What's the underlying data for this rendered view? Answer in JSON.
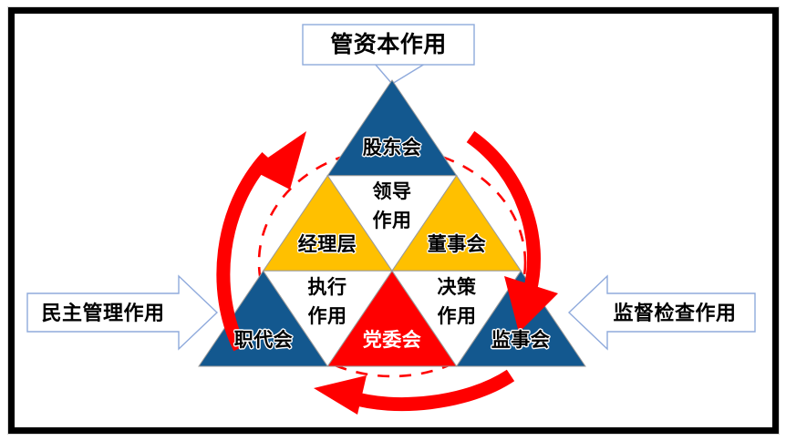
{
  "diagram": {
    "title_callout": {
      "label": "管资本作用",
      "name": "manage-capital-role"
    },
    "left_callout": {
      "label": "民主管理作用",
      "name": "democratic-management-role"
    },
    "right_callout": {
      "label": "监督检查作用",
      "name": "supervision-inspection-role"
    },
    "governance_nodes": [
      {
        "label": "股东会",
        "role": "shareholders-meeting",
        "color": "#13588f",
        "text_color": "#000000"
      },
      {
        "label": "经理层",
        "role": "management-layer",
        "color": "#ffc000",
        "text_color": "#000000"
      },
      {
        "label": "董事会",
        "role": "board-of-directors",
        "color": "#ffc000",
        "text_color": "#000000"
      },
      {
        "label": "职代会",
        "role": "workers-congress",
        "color": "#13588f",
        "text_color": "#000000"
      },
      {
        "label": "党委会",
        "role": "party-committee",
        "color": "#ff0000",
        "text_color": "#ffffff"
      },
      {
        "label": "监事会",
        "role": "board-of-supervisors",
        "color": "#13588f",
        "text_color": "#000000"
      }
    ],
    "function_labels": [
      {
        "line1": "领导",
        "line2": "作用",
        "role": "leadership-function"
      },
      {
        "line1": "执行",
        "line2": "作用",
        "role": "execution-function"
      },
      {
        "line1": "决策",
        "line2": "作用",
        "role": "decision-function"
      }
    ],
    "colors": {
      "blue": "#13588f",
      "yellow": "#ffc000",
      "red": "#ff0000",
      "white": "#ffffff",
      "frame": "#000000",
      "callout_border": "#8faadc",
      "dashed_circle": "#ff0000"
    },
    "flow_arrows": {
      "direction": "counterclockwise",
      "count": 3,
      "color": "#ff0000",
      "style": "thick-curved"
    }
  }
}
